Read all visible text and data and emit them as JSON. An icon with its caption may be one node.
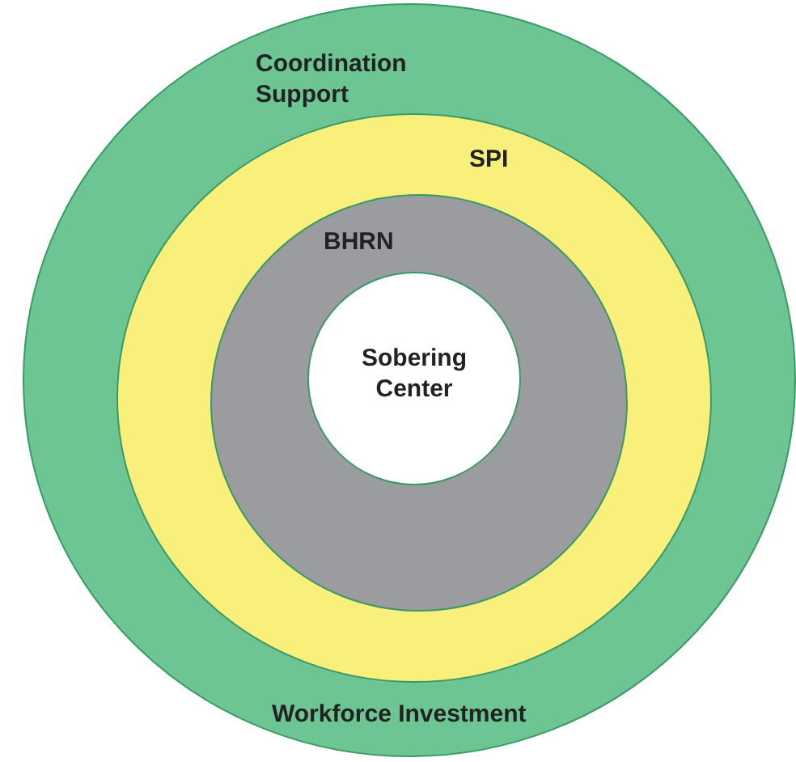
{
  "diagram": {
    "nodes": [
      {
        "text": [
          "Coordination Support",
          "Workforce Investment"
        ]
      },
      {
        "text": [
          "SPI"
        ],
        "in": 0
      },
      {
        "text": [
          "BHRN"
        ],
        "in": 1
      },
      {
        "text": [
          "Sobering Center"
        ],
        "in": 2
      }
    ]
  }
}
